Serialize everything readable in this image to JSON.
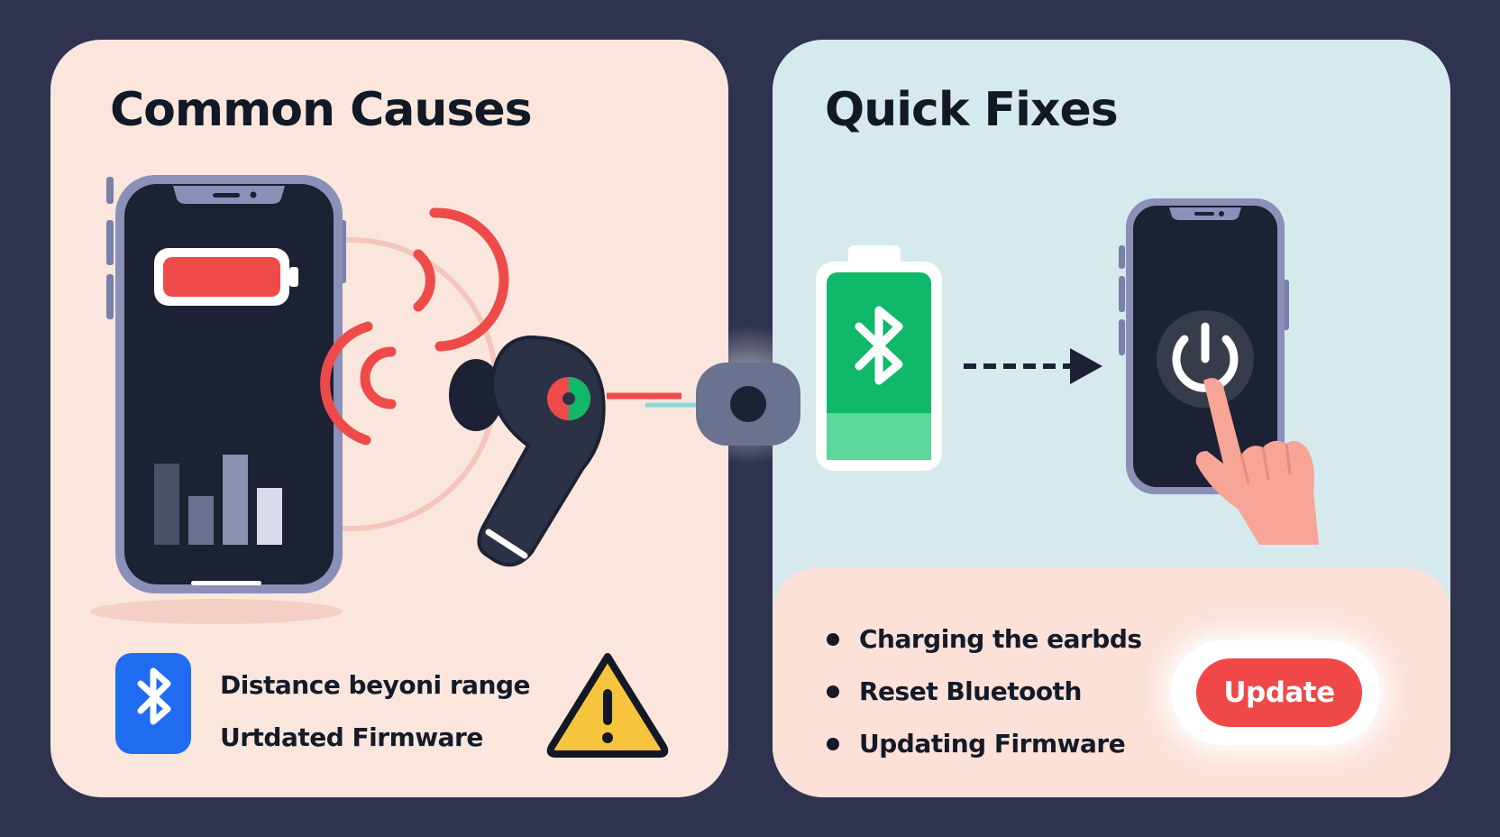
{
  "causes": {
    "title": "Common Causes",
    "items": [
      "Distance beyoni range",
      "Urtdated Firmware"
    ],
    "icons": [
      "phone-icon",
      "battery-low-icon",
      "signal-bars-icon",
      "wireless-waves-icon",
      "earbud-icon",
      "bluetooth-icon",
      "warning-icon"
    ]
  },
  "fixes": {
    "title": "Quick Fixes",
    "items": [
      "Charging the earbds",
      "Reset Bluetooth",
      "Updating Firmware"
    ],
    "update_label": "Update",
    "icons": [
      "battery-charged-icon",
      "bluetooth-icon",
      "arrow-right-icon",
      "phone-icon",
      "power-icon",
      "hand-pointer-icon"
    ]
  },
  "colors": {
    "background": "#2f3350",
    "causes_panel": "#fbe6dd",
    "fixes_panel": "#d6eaee",
    "alert_red": "#f04848",
    "battery_green": "#10b86a",
    "bluetooth_blue": "#1f6cf0",
    "warning_yellow": "#f7c53d"
  }
}
